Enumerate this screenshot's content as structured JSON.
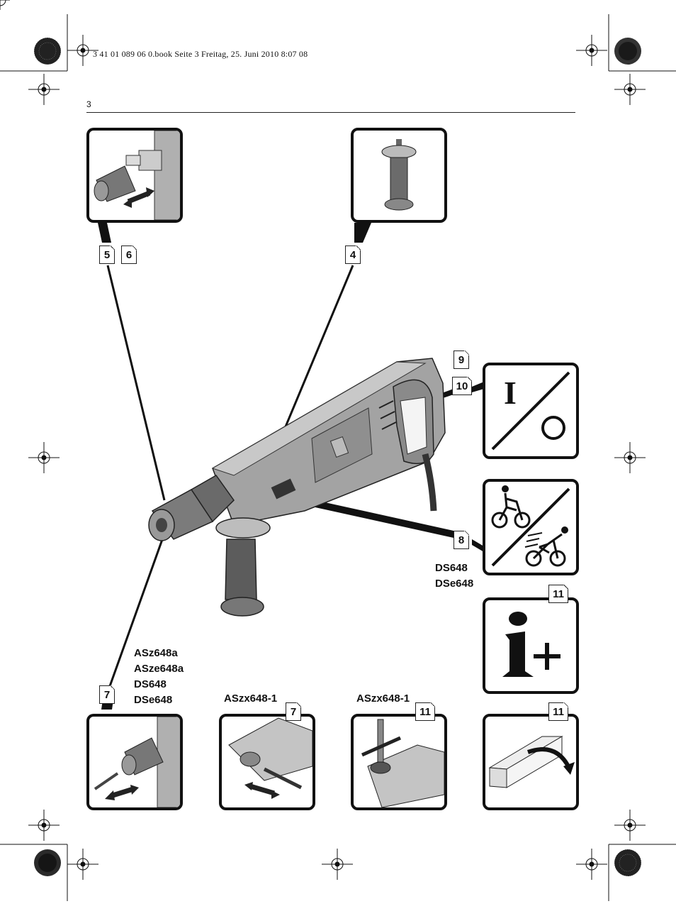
{
  "header": {
    "print_line": "3 41 01 089 06 0.book  Seite 3  Freitag, 25. Juni 2010  8:07 08",
    "page_number": "3"
  },
  "figure_refs": {
    "chuck_top": [
      "5",
      "6"
    ],
    "side_handle": "4",
    "switch_on_off": [
      "9",
      "10"
    ],
    "speed_select": "8",
    "info": "11",
    "chuck_bottom": "7",
    "angle_drill_bit": "7",
    "angle_key": "11",
    "packaging": "11"
  },
  "model_labels": {
    "speed_models": [
      "DS648",
      "DSe648"
    ],
    "chuck_models": [
      "ASz648a",
      "ASze648a",
      "DS648",
      "DSe648"
    ],
    "angle_head_model_1": "ASzx648-1",
    "angle_head_model_2": "ASzx648-1"
  },
  "symbols": {
    "on_symbol": "I",
    "info_symbol": "i+"
  },
  "colors": {
    "ink": "#111111",
    "tool_gray": "#9a9a9a",
    "tool_dark": "#555555",
    "paper": "#ffffff"
  }
}
